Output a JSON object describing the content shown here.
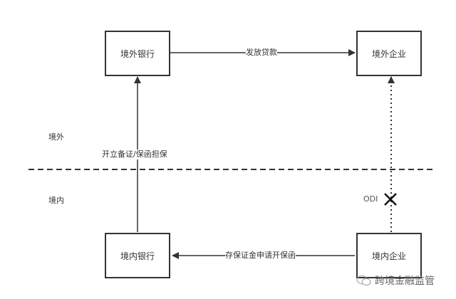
{
  "nodes": {
    "offshore_bank": "境外银行",
    "offshore_company": "境外企业",
    "onshore_bank": "境内银行",
    "onshore_company": "境内企业"
  },
  "edges": {
    "loan": "发放贷款",
    "guarantee": "开立备证/保函担保",
    "deposit": "存保证金申请开保函",
    "odi": "ODI"
  },
  "regions": {
    "offshore": "境外",
    "onshore": "境内"
  },
  "watermark": {
    "icon": "wechat-icon",
    "text": "跨境金融监管"
  }
}
